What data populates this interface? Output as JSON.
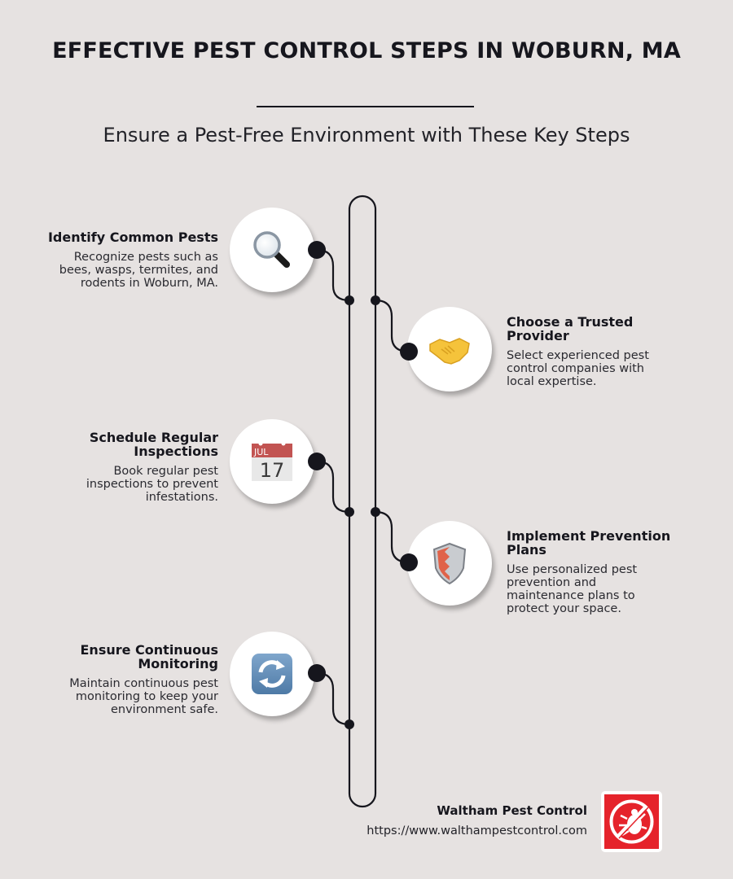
{
  "header": {
    "title": "EFFECTIVE PEST CONTROL STEPS IN WOBURN, MA",
    "subtitle": "Ensure a Pest-Free Environment with These Key Steps"
  },
  "steps": [
    {
      "title": "Identify Common Pests",
      "description": "Recognize pests such as bees, wasps, termites, and rodents in Woburn, MA.",
      "icon": "magnifying-glass-icon",
      "side": "left"
    },
    {
      "title": "Choose a Trusted Provider",
      "description": "Select experienced pest control companies with local expertise.",
      "icon": "handshake-icon",
      "side": "right"
    },
    {
      "title": "Schedule Regular Inspections",
      "description": "Book regular pest inspections to prevent infestations.",
      "icon": "calendar-icon",
      "calendar_month": "JUL",
      "calendar_day": "17",
      "side": "left"
    },
    {
      "title": "Implement Prevention Plans",
      "description": "Use personalized pest prevention and maintenance plans to protect your space.",
      "icon": "shield-icon",
      "side": "right"
    },
    {
      "title": "Ensure Continuous Monitoring",
      "description": "Maintain continuous pest monitoring to keep your environment safe.",
      "icon": "refresh-icon",
      "side": "left"
    }
  ],
  "footer": {
    "company": "Waltham Pest Control",
    "url": "https://www.walthampestcontrol.com",
    "logo": "no-bug-logo"
  },
  "colors": {
    "background": "#e6e2e1",
    "line": "#16161d",
    "logo_red": "#e5232b"
  }
}
